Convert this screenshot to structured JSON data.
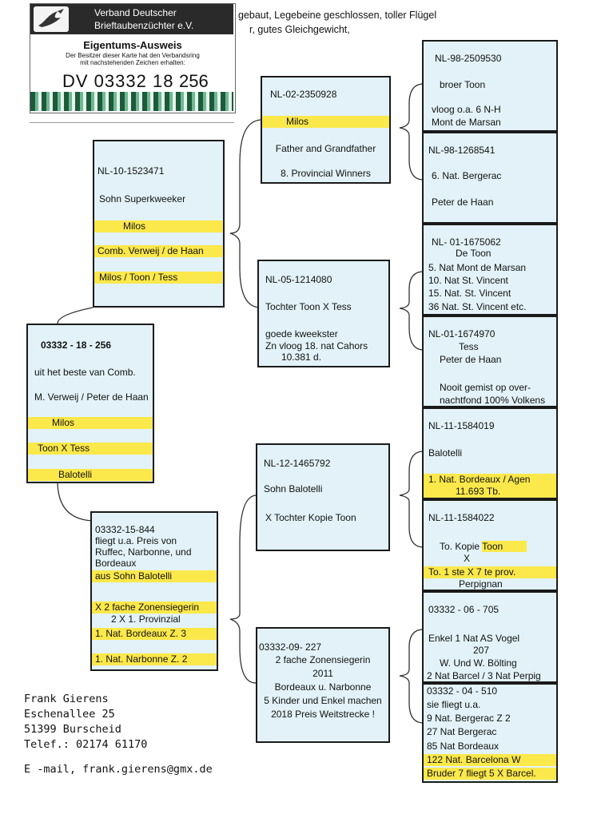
{
  "id_card": {
    "org_line1": "Verband Deutscher",
    "org_line2": "Brieftaubenzüchter e.V.",
    "title": "Eigentums-Ausweis",
    "subtitle_line1": "Der Besitzer dieser Karte hat den Verbandsring",
    "subtitle_line2": "mit nachstehenden Zeichen erhalten:",
    "ring_number": "DV 03332 18",
    "ring_suffix": "256",
    "logo": "dove-logo-icon"
  },
  "description": {
    "line1": "gebaut, Legebeine geschlossen, toller Flügel",
    "line2": "r, gutes Gleichgewicht,"
  },
  "contact": {
    "name": "Frank Gierens",
    "street": "Eschenallee 25",
    "city": "51399 Burscheid",
    "phone": "Telef.: 02174 61170",
    "email": "E -mail, frank.gierens@gmx.de"
  },
  "subject": {
    "l1": "03332 - 18 - 256",
    "l2": "uit het beste van Comb.",
    "l3": "M. Verweij / Peter de Haan",
    "l4": "Milos",
    "l5": "Toon X  Tess",
    "l6": "Balotelli"
  },
  "father": {
    "l1": "NL-10-1523471",
    "l2": "Sohn Superkweeker",
    "l3": "Milos",
    "l4": "Comb. Verweij / de Haan",
    "l5": "Milos / Toon / Tess"
  },
  "mother": {
    "l1": "03332-15-844",
    "l2": "fliegt u.a. Preis von",
    "l3": "Ruffec, Narbonne, und",
    "l4": "Bordeaux",
    "l5": "aus Sohn Balotelli",
    "l6": "X 2 fache Zonensiegerin",
    "l7": "2 X 1. Provinzial",
    "l8": "1. Nat. Bordeaux  Z. 3",
    "l9": "1. Nat. Narbonne   Z. 2"
  },
  "ff": {
    "l1": "NL-02-2350928",
    "l2": "Milos",
    "l3": "Father and Grandfather",
    "l4": "8. Provincial Winners"
  },
  "fm": {
    "l1": "NL-05-1214080",
    "l2": "Tochter  Toon X  Tess",
    "l3": "goede kweekster",
    "l4": "Zn vloog 18. nat  Cahors",
    "l5": "10.381 d."
  },
  "mf": {
    "l1": "NL-12-1465792",
    "l2": "Sohn Balotelli",
    "l3": "X Tochter Kopie Toon"
  },
  "mm": {
    "l1": "03332-09- 227",
    "l2": "2 fache Zonensiegerin",
    "l3": "2011",
    "l4": "Bordeaux u. Narbonne",
    "l5": "5 Kinder und Enkel machen",
    "l6": "2018  Preis Weitstrecke !"
  },
  "fff": {
    "l1": "NL-98-2509530",
    "l2": "broer  Toon",
    "l3": "vloog o.a. 6 N-H",
    "l4": "Mont de Marsan"
  },
  "ffm": {
    "l1": "NL-98-1268541",
    "l2": "6. Nat.  Bergerac",
    "l3": "Peter de Haan"
  },
  "fmf": {
    "l1": "NL- 01-1675062",
    "l2": "De Toon",
    "l3": "5. Nat Mont de Marsan",
    "l4": "10. Nat St. Vincent",
    "l5": "15. Nat. St. Vincent",
    "l6": "36  Nat. St. Vincent  etc."
  },
  "fmm": {
    "l1": "NL-01-1674970",
    "l2": "Tess",
    "l3": "Peter de Haan",
    "l4": "Nooit gemist op over-",
    "l5": "nachtfond   100% Volkens"
  },
  "mff": {
    "l1": "NL-11-1584019",
    "l2": "Balotelli",
    "l3": "1. Nat. Bordeaux / Agen",
    "l4": "11.693 Tb."
  },
  "mfm": {
    "l1": "NL-11-1584022",
    "l2a": "To.  Kopie ",
    "l2b": "Toon",
    "l3": "X",
    "l4": "To.  1 ste X  7 te    prov.",
    "l5": "Perpignan"
  },
  "mmf": {
    "l1": "03332 - 06 - 705",
    "l2": "Enkel 1 Nat AS Vogel",
    "l3": "207",
    "l4": "W. Und W. Bölting",
    "l5": "2 Nat Barcel / 3 Nat Perpig"
  },
  "mmm": {
    "l1": "03332 - 04 - 510",
    "l2": "sie fliegt u.a.",
    "l3": "9 Nat.  Bergerac  Z 2",
    "l4": "27 Nat  Bergerac",
    "l5": "85 Nat  Bordeaux",
    "l6": "122 Nat. Barcelona W",
    "l7": "Bruder 7  fliegt 5 X Barcel."
  }
}
